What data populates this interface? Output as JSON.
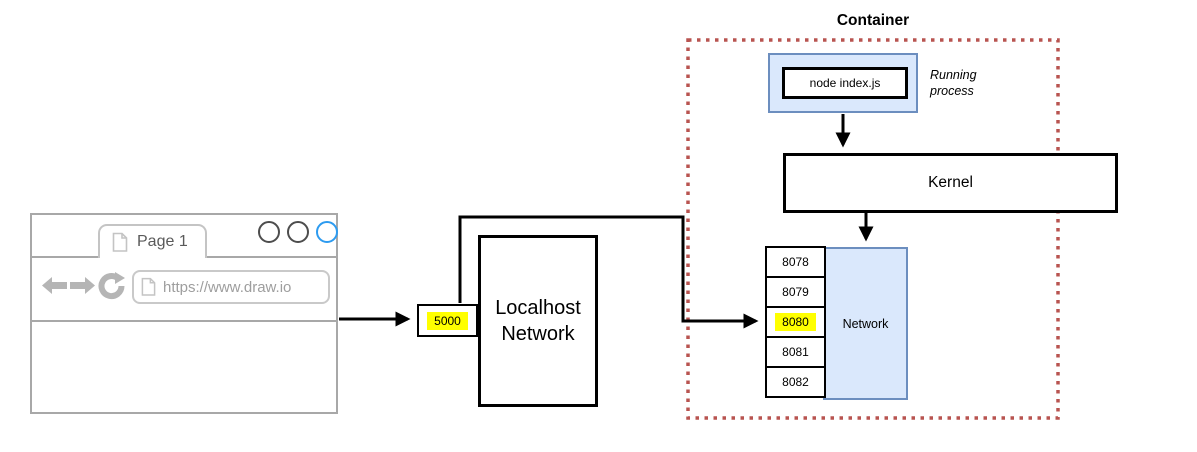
{
  "browser": {
    "tab_label": "Page 1",
    "url": "https://www.draw.io"
  },
  "localhost_network": {
    "label": "Localhost\nNetwork",
    "port_badge": "5000"
  },
  "container": {
    "title": "Container",
    "process_box_label": "node index.js",
    "process_note": "Running\nprocess",
    "kernel_label": "Kernel",
    "network_label": "Network",
    "ports": [
      "8078",
      "8079",
      "8080",
      "8081",
      "8082"
    ],
    "highlighted_port": "8080"
  },
  "colors": {
    "container_border": "#b85450",
    "blue_fill": "#dae8fc",
    "blue_border": "#6c8ebf",
    "highlight": "#ffff00",
    "browser_accent_circle": "#2d9bf0",
    "connector": "#000000"
  }
}
